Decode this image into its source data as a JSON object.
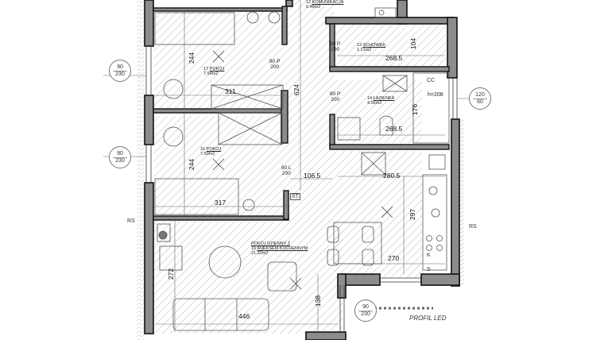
{
  "plan": {
    "type": "architectural floor plan",
    "rooms": [
      {
        "id": "17",
        "name": "POKÓJ",
        "area": "7.54m2",
        "width_dim": "311",
        "height_dim": "244"
      },
      {
        "id": "16",
        "name": "POKÓJ",
        "area": "7.50m2",
        "width_dim": "317",
        "height_dim": "244"
      },
      {
        "id": "15",
        "name": "POKÓJ DZIENNY Z ANEKSEM KUCHENNYM",
        "area": "21.32m2",
        "width_dim": "446",
        "height_dim": "272"
      },
      {
        "id": "14",
        "name": "ŁAZIENKA",
        "area": "4.56m2",
        "width_dim": "268.5",
        "height_dim": "176"
      },
      {
        "id": "13",
        "name": "SCHOWEK",
        "area": "1.21m2",
        "width_dim": "268.5",
        "height_dim": "104"
      },
      {
        "id": "12",
        "name": "KOMUNIKACJA",
        "area": "6.48m2"
      }
    ],
    "labels": {
      "r17_num": "17",
      "r17_name": "POKÓJ",
      "r17_area": "7.54m2",
      "r16_num": "16",
      "r16_name": "POKÓJ",
      "r16_area": "7.50m2",
      "r15_line1": "POKÓJ DZIENNY Z",
      "r15_num": "15",
      "r15_line2": "ANEKSEM KUCHENNYM",
      "r15_area": "21.32m2",
      "r14_num": "14",
      "r14_name": "ŁAZIENKA",
      "r14_area": "4.56m2",
      "r13_num": "13",
      "r13_name": "SCHOWEK",
      "r13_area": "1.21m2",
      "r12_num": "12",
      "r12_name": "KOMUNIKACJA",
      "r12_area": "6.48m2"
    },
    "dimensions": {
      "d311": "311",
      "d244a": "244",
      "d244b": "244",
      "d317": "317",
      "d624": "624",
      "d268a": "268.5",
      "d104": "104",
      "d268b": "268.5",
      "d176": "176",
      "d1065": "106.5",
      "d2805": "280.5",
      "d297": "297",
      "d270": "270",
      "d272": "272",
      "d446": "446",
      "d138": "138",
      "h208": "h=208"
    },
    "doors": [
      {
        "w": "80 P",
        "h": "200"
      },
      {
        "w": "80 P",
        "h": "200"
      },
      {
        "w": "80 P",
        "h": "200"
      },
      {
        "w": "80 L",
        "h": "200"
      }
    ],
    "windows": [
      {
        "w": "90",
        "h": "230"
      },
      {
        "w": "90",
        "h": "230"
      },
      {
        "w": "120",
        "h": "60"
      },
      {
        "w": "90",
        "h": "230"
      }
    ],
    "tags": {
      "st": "ST",
      "rs1": "RS",
      "rs2": "RS",
      "cc": "CC",
      "s": "S",
      "k": "K",
      "profil": "PROFIL LED"
    },
    "colors": {
      "wall": "#8c8c8c",
      "wall_outline": "#111111",
      "hatch": "#9a9a9a",
      "background": "#ffffff"
    }
  }
}
